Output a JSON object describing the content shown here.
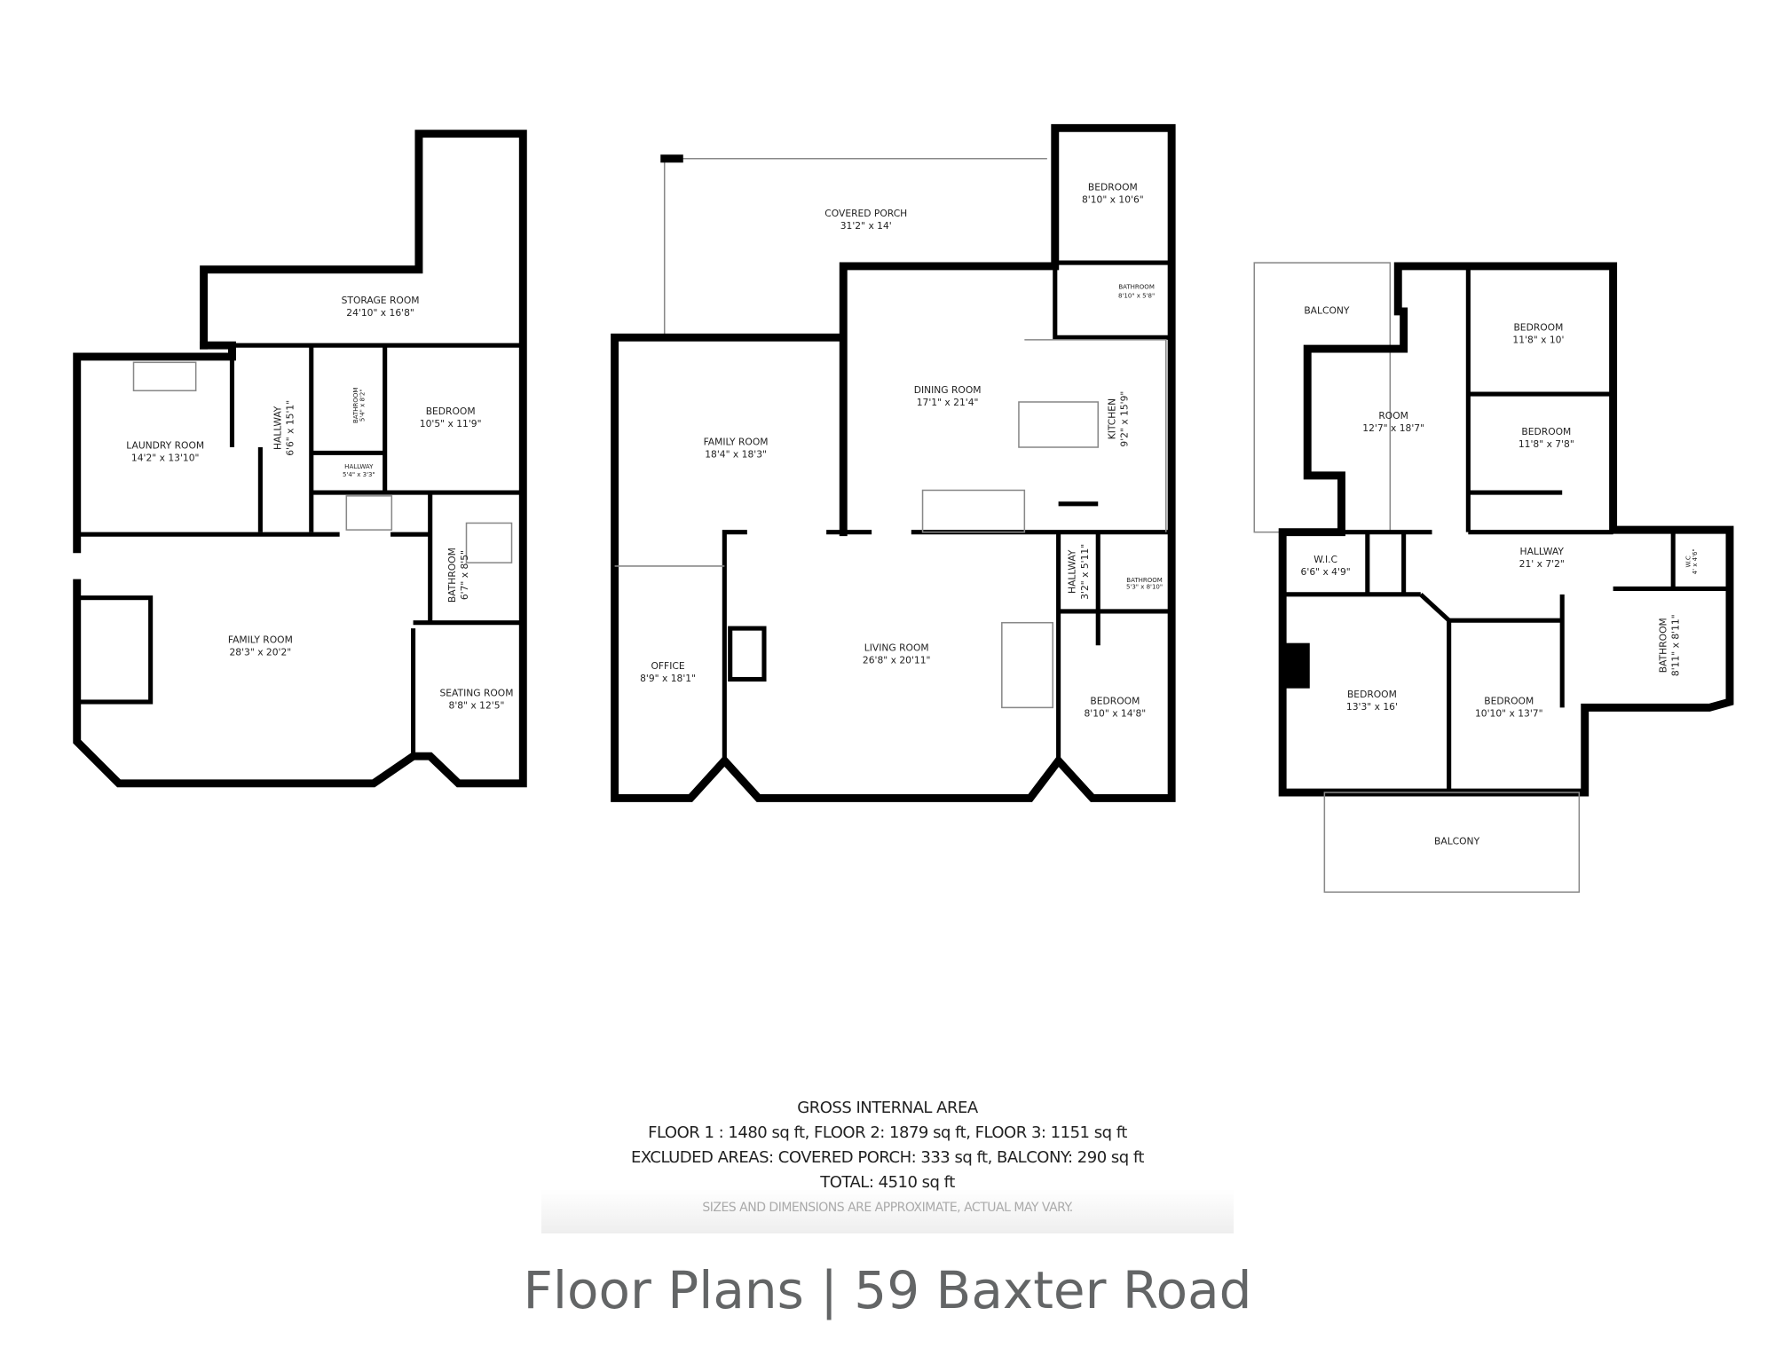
{
  "floor1": {
    "rooms": [
      {
        "name": "STORAGE ROOM",
        "size": "24'10\" x 16'8\""
      },
      {
        "name": "LAUNDRY ROOM",
        "size": "14'2\" x 13'10\""
      },
      {
        "name": "HALLWAY",
        "size": "6'6\" x 15'1\""
      },
      {
        "name": "BATHROOM",
        "size": "5'4\" x 8'2\""
      },
      {
        "name": "BEDROOM",
        "size": "10'5\" x 11'9\""
      },
      {
        "name": "HALLWAY",
        "size": "5'4\" x 3'3\""
      },
      {
        "name": "BATHROOM",
        "size": "6'7\" x 8'5\""
      },
      {
        "name": "FAMILY ROOM",
        "size": "28'3\" x 20'2\""
      },
      {
        "name": "SEATING ROOM",
        "size": "8'8\" x 12'5\""
      }
    ]
  },
  "floor2": {
    "rooms": [
      {
        "name": "COVERED PORCH",
        "size": "31'2\" x 14'"
      },
      {
        "name": "BEDROOM",
        "size": "8'10\" x 10'6\""
      },
      {
        "name": "BATHROOM",
        "size": "8'10\" x 5'8\""
      },
      {
        "name": "DINING ROOM",
        "size": "17'1\" x 21'4\""
      },
      {
        "name": "KITCHEN",
        "size": "9'2\" x 15'9\""
      },
      {
        "name": "FAMILY ROOM",
        "size": "18'4\" x 18'3\""
      },
      {
        "name": "HALLWAY",
        "size": "3'2\" x 5'11\""
      },
      {
        "name": "BATHROOM",
        "size": "5'3\" x 8'10\""
      },
      {
        "name": "OFFICE",
        "size": "8'9\" x 18'1\""
      },
      {
        "name": "LIVING ROOM",
        "size": "26'8\" x 20'11\""
      },
      {
        "name": "BEDROOM",
        "size": "8'10\" x 14'8\""
      }
    ]
  },
  "floor3": {
    "rooms": [
      {
        "name": "BALCONY",
        "size": ""
      },
      {
        "name": "BEDROOM",
        "size": "11'8\" x 10'"
      },
      {
        "name": "ROOM",
        "size": "12'7\" x 18'7\""
      },
      {
        "name": "BEDROOM",
        "size": "11'8\" x 7'8\""
      },
      {
        "name": "W.I.C",
        "size": "6'6\" x 4'9\""
      },
      {
        "name": "HALLWAY",
        "size": "21' x 7'2\""
      },
      {
        "name": "W.C",
        "size": "4' x 4'6\""
      },
      {
        "name": "BATHROOM",
        "size": "8'11\" x 8'11\""
      },
      {
        "name": "BEDROOM",
        "size": "13'3\" x 16'"
      },
      {
        "name": "BEDROOM",
        "size": "10'10\" x 13'7\""
      },
      {
        "name": "BALCONY",
        "size": ""
      }
    ]
  },
  "area": {
    "heading": "GROSS INTERNAL AREA",
    "floors": "FLOOR 1 : 1480 sq ft, FLOOR 2: 1879 sq ft, FLOOR 3: 1151 sq ft",
    "excluded": "EXCLUDED AREAS: COVERED PORCH: 333 sq ft, BALCONY: 290 sq ft",
    "total": "TOTAL: 4510 sq ft",
    "note": "SIZES AND DIMENSIONS ARE APPROXIMATE, ACTUAL MAY VARY."
  },
  "title": "Floor Plans | 59 Baxter Road",
  "colors": {
    "walls": "#000000",
    "title": "#636566"
  }
}
